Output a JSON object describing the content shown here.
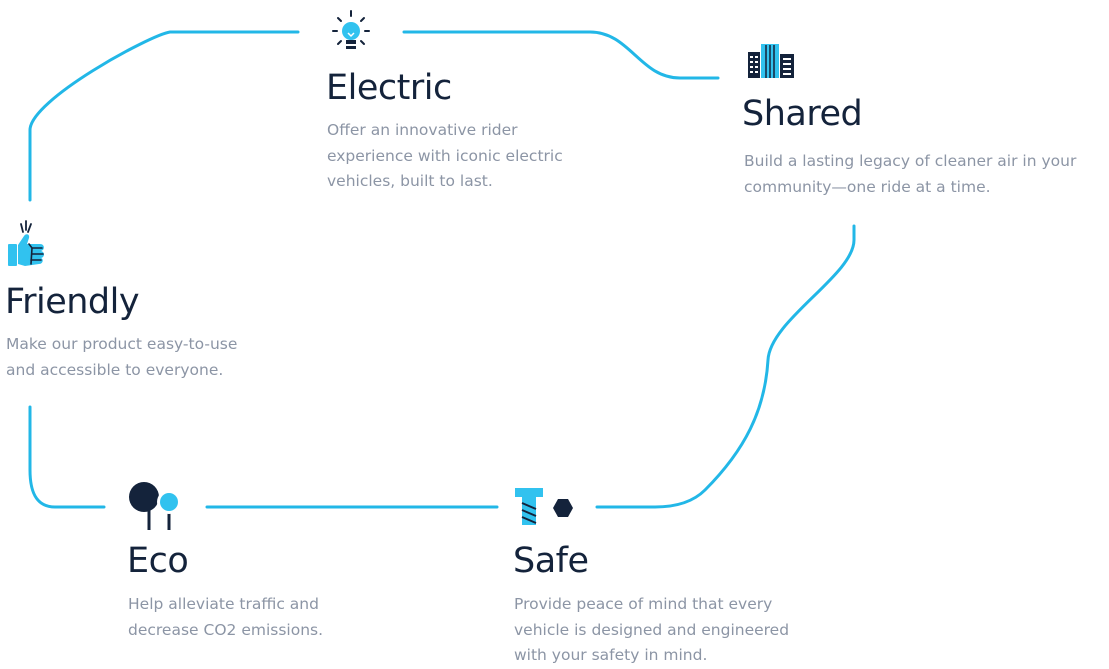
{
  "colors": {
    "path": "#22b7e7",
    "accent": "#31c2ef",
    "dark": "#14233b",
    "title": "#14233b",
    "body_text": "#8c95a5"
  },
  "values": [
    {
      "key": "electric",
      "icon": "lightbulb-icon",
      "title": "Electric",
      "description_lines": [
        "Offer an innovative rider",
        "experience with iconic electric",
        "vehicles, built to last."
      ]
    },
    {
      "key": "shared",
      "icon": "buildings-icon",
      "title": "Shared",
      "description_lines": [
        "Build a lasting legacy of cleaner air in your",
        "community—one ride at a time."
      ]
    },
    {
      "key": "friendly",
      "icon": "thumbs-up-icon",
      "title": "Friendly",
      "description_lines": [
        "Make our product easy-to-use",
        "and accessible to everyone."
      ]
    },
    {
      "key": "eco",
      "icon": "trees-icon",
      "title": "Eco",
      "description_lines": [
        "Help alleviate traffic and",
        "decrease CO2 emissions."
      ]
    },
    {
      "key": "safe",
      "icon": "bolt-and-nut-icon",
      "title": "Safe",
      "description_lines": [
        "Provide peace of mind that every",
        "vehicle is designed and engineered",
        "with your safety in mind."
      ]
    }
  ]
}
